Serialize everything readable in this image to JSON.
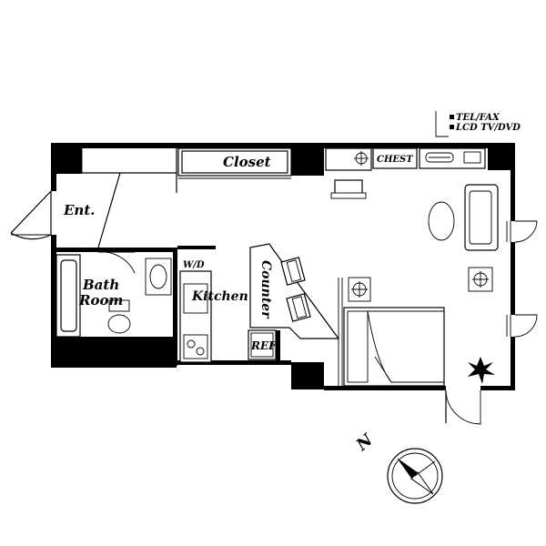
{
  "rooms": {
    "entrance": "Ent.",
    "bath": "Bath\nRoom",
    "bath_line1": "Bath",
    "bath_line2": "Room",
    "closet": "Closet",
    "washer_dryer": "W/D",
    "kitchen": "Kitchen",
    "counter": "Counter",
    "refrigerator": "REF",
    "chest": "CHEST"
  },
  "amenities": [
    "TEL/FAX",
    "LCD TV/DVD"
  ],
  "compass": {
    "letter": "N",
    "icon": "compass-rose-icon"
  },
  "colors": {
    "wall": "#000000",
    "background": "#ffffff"
  }
}
